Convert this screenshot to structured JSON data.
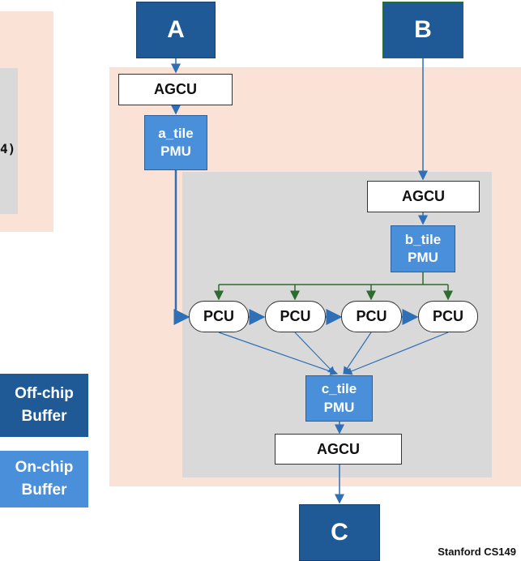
{
  "cut_text": "4)",
  "boxes": {
    "a": "A",
    "b": "B",
    "c": "C",
    "agcu": "AGCU",
    "a_tile_name": "a_tile",
    "b_tile_name": "b_tile",
    "c_tile_name": "c_tile",
    "pmu": "PMU",
    "pcu": "PCU"
  },
  "legend": {
    "offchip_line1": "Off-chip",
    "offchip_line2": "Buffer",
    "onchip_line1": "On-chip",
    "onchip_line2": "Buffer"
  },
  "footer": "Stanford CS149",
  "colors": {
    "offchip": "#1f5a96",
    "onchip": "#4a8fd9",
    "peach_region": "#fbe2d6",
    "gray_region": "#d9d9d9",
    "blue_wire": "#2e6fb5",
    "green_wire": "#2e6b2e"
  }
}
